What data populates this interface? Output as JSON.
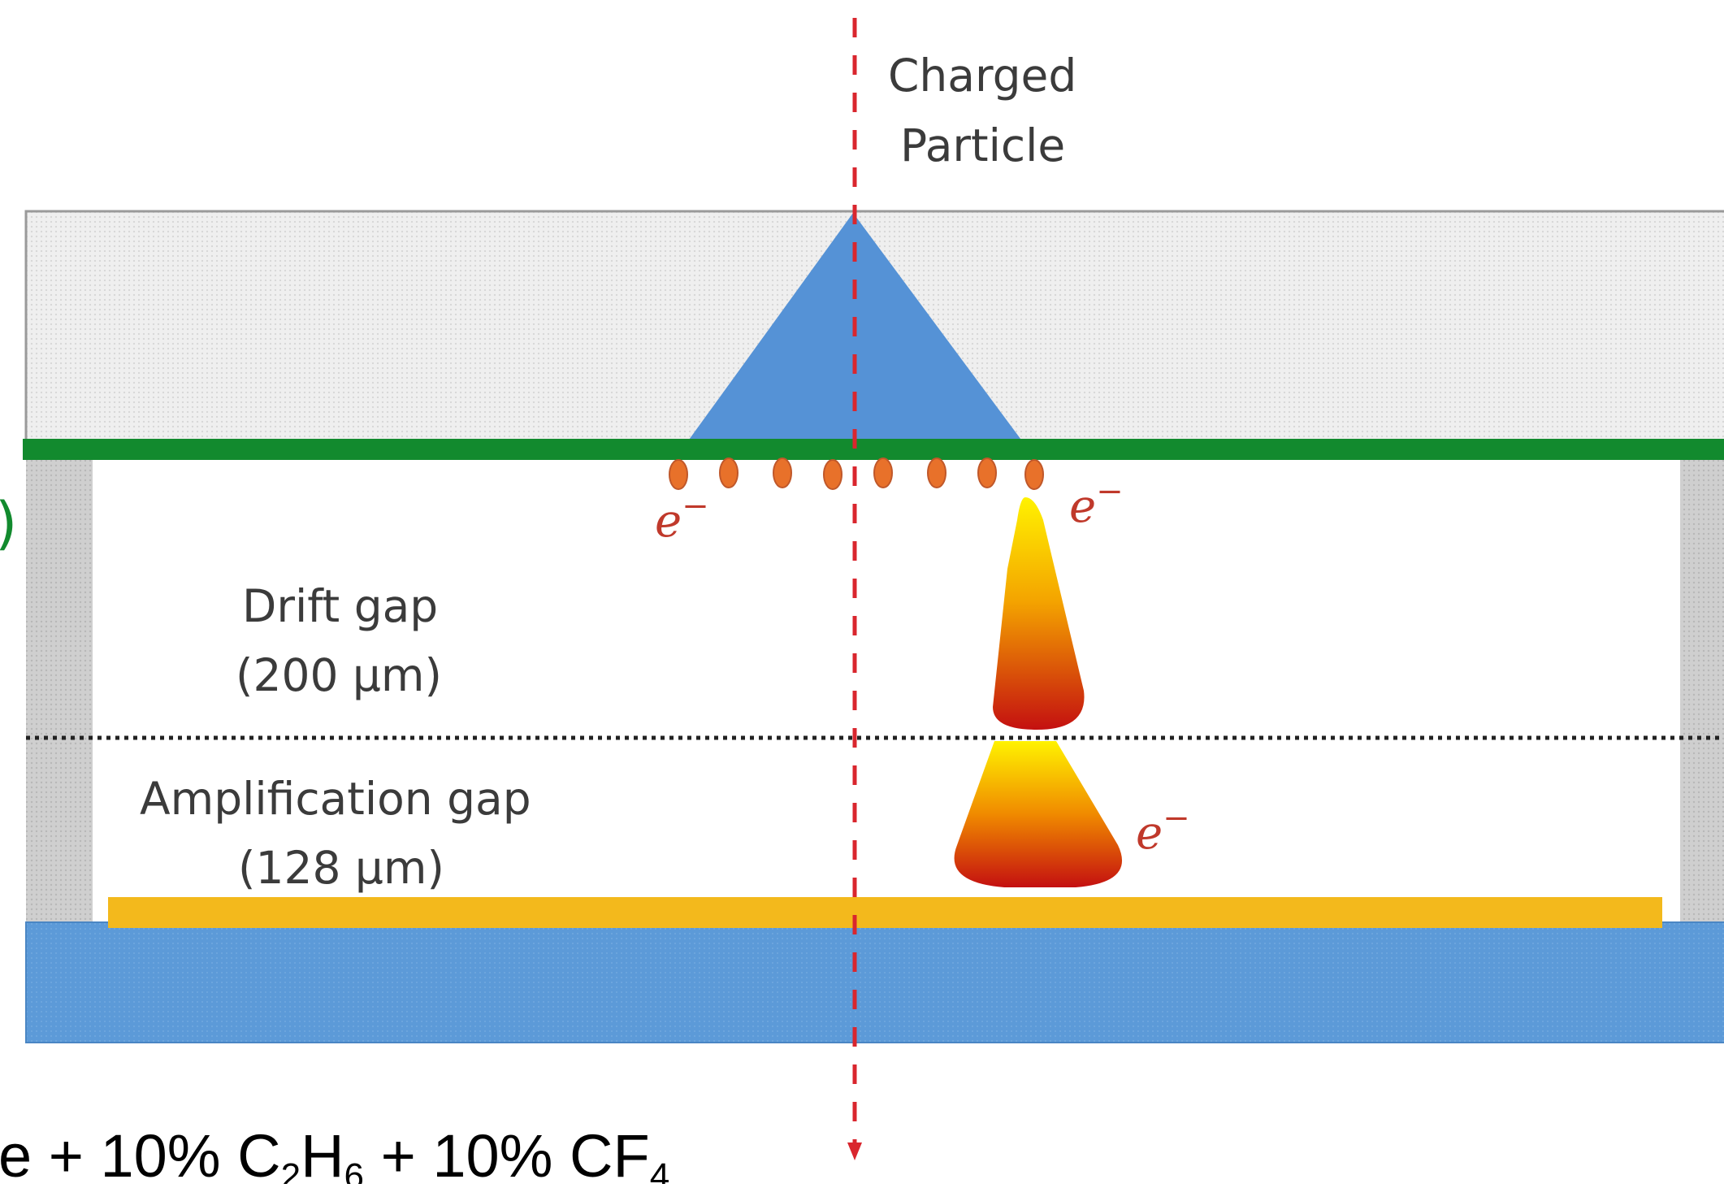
{
  "diagram": {
    "particle_label_line1": "Charged",
    "particle_label_line2": "Particle",
    "drift_label_line1": "Drift gap",
    "drift_label_line2": "(200 μm)",
    "amp_label_line1": "Amplification gap",
    "amp_label_line2": "(128 μm)",
    "electron_symbol": "e",
    "electron_charge": "−",
    "gas_mixture": {
      "p1": "e + 10% C",
      "s1": "2",
      "p2": "H",
      "s2": "6",
      "p3": " + 10% CF",
      "s3": "4"
    },
    "left_edge_fragment": ")"
  },
  "colors": {
    "particle_track": "#d9262e",
    "cone": "#5592d6",
    "cathode": "#128a2e",
    "readout_strip": "#f3b91c",
    "substrate": "#5c9ad8",
    "electron_dots": "#e8712a",
    "avalanche_top": "#fff200",
    "avalanche_bottom": "#c41010"
  }
}
